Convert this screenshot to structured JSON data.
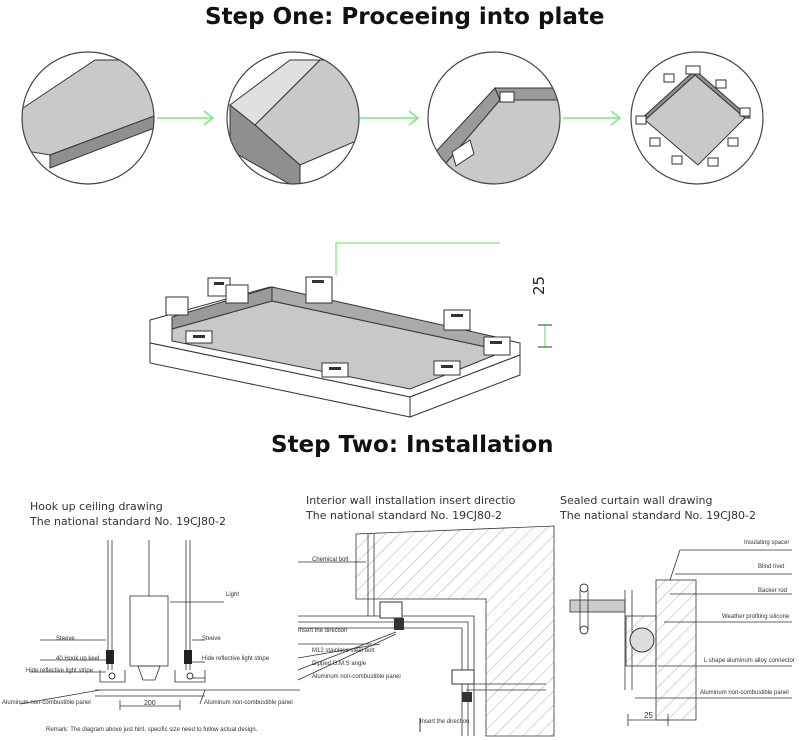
{
  "step1": {
    "title": "Step One: Proceeing into plate"
  },
  "dimension_label": "25",
  "step2": {
    "title": "Step Two:  Installation"
  },
  "panels": {
    "left": {
      "title": "Hook up ceiling drawing",
      "subtitle": "The national standard No. 19CJ80-2",
      "labels": {
        "light": "Light",
        "steeve_left": "Steeve",
        "steeve_right": "Steeve",
        "hook_keel": "40 Hook up keel",
        "hide_stripe_left": "Hide reflective light stripe",
        "hide_stripe_right": "Hide reflective light stripe",
        "panel_left": "Aluminum non-combustible panel",
        "panel_right": "Aluminum non-combustible panel",
        "dimension": "200",
        "remark": "Remark: The diagram above just hint, specific size need to follow actual design."
      }
    },
    "middle": {
      "title": "Interior wall installation insert directio",
      "subtitle": "The national standard No. 19CJ80-2",
      "labels": {
        "chemical_bolt": "Chemical bolt",
        "insert_direction_1": "Insert the direction",
        "bolt": "M12 stainless steel bolt",
        "angle": "Dipped G.M.S angle",
        "panel": "Aluminum non-combustible panel",
        "insert_direction_2": "Insert the direction"
      }
    },
    "right": {
      "title": "Sealed curtain wall drawing",
      "subtitle": "The national standard No. 19CJ80-2",
      "labels": {
        "insulating_spacer": "Insulating spacer",
        "blind_rivet": "Blind rivet",
        "backer_rod": "Backer rod",
        "silicone": "Weather profiting silicone",
        "connector": "L shape aluminum alloy connector",
        "panel": "Aluminum non-combustible panel",
        "dimension": "25"
      }
    }
  },
  "colors": {
    "arrow": "#7ee87e",
    "plate": "#c8c8c8",
    "line": "#333333"
  }
}
